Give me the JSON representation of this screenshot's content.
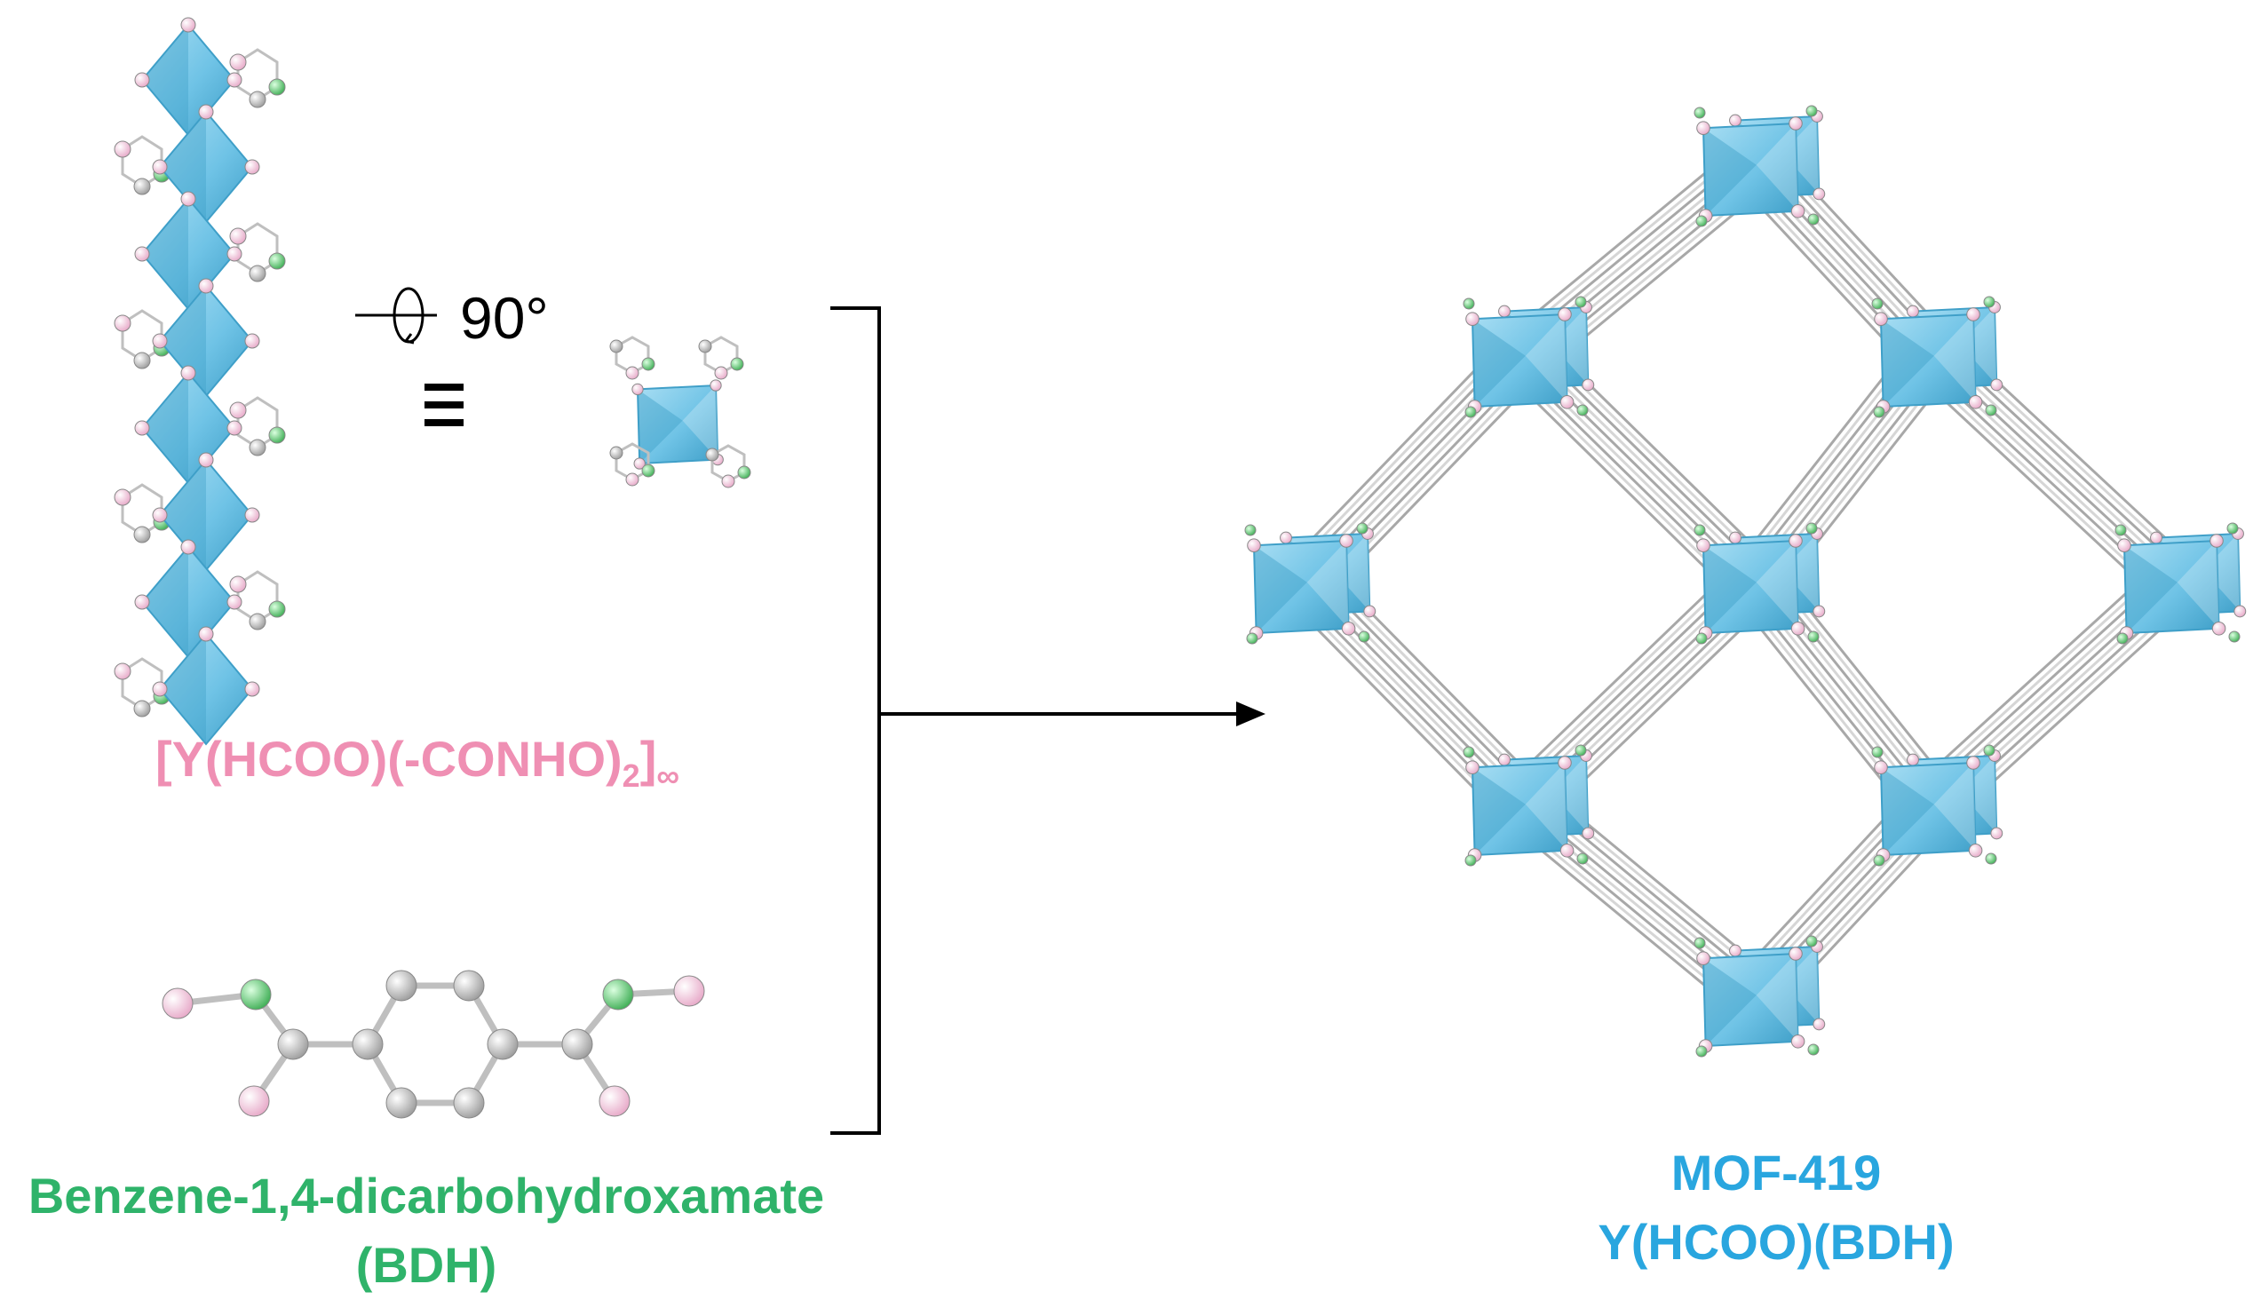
{
  "labels": {
    "chain_formula_main": "[Y(HCOO)(-CONHO)",
    "chain_formula_sub": "2",
    "chain_formula_close": "]",
    "chain_formula_inf": "∞",
    "rotation_angle": "90°",
    "ligand_name_line1": "Benzene-1,4-dicarbohydroxamate",
    "ligand_name_line2": "(BDH)",
    "mof_name_line1": "MOF-419",
    "mof_name_line2": "Y(HCOO)(BDH)"
  },
  "colors": {
    "chain_label": "#ef8fb3",
    "ligand_label": "#2fb36a",
    "mof_label": "#29a6df",
    "polyhedron": "#6fc3e6",
    "polyhedron_dark": "#3f9fc8",
    "oxygen_atom": "#f4cbe0",
    "nitrogen_atom": "#6fd17a",
    "carbon_atom": "#d9d9d9",
    "bond": "#bfbfbf"
  },
  "icons": {
    "rotation": "rotation-arrow-icon",
    "equivalence": "equivalence-icon",
    "reaction": "reaction-arrow-icon"
  }
}
